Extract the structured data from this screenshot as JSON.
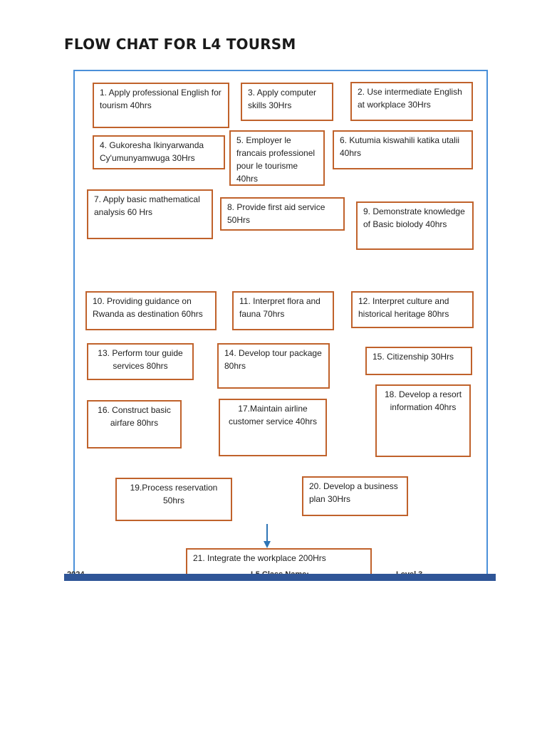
{
  "title": "FLOW CHAT FOR L4 TOURSM",
  "modules": [
    "1. Apply professional English for tourism 40hrs",
    "3. Apply computer skills 30Hrs",
    "2. Use intermediate English at workplace 30Hrs",
    "4. Gukoresha Ikinyarwanda Cy'umunyamwuga 30Hrs",
    "5. Employer le francais professionel pour le tourisme 40hrs",
    "6. Kutumia kiswahili katika utalii 40hrs",
    "7. Apply basic mathematical analysis 60 Hrs",
    "8. Provide first aid service 50Hrs",
    "9. Demonstrate knowledge of Basic biolody 40hrs",
    "10. Providing guidance on Rwanda as destination 60hrs",
    "11. Interpret flora and fauna 70hrs",
    "12. Interpret culture and historical heritage 80hrs",
    "13. Perform tour guide services 80hrs",
    "14. Develop tour package 80hrs",
    "15. Citizenship 30Hrs",
    "18. Develop a resort information 40hrs",
    "16. Construct basic airfare 80hrs",
    "17.Maintain airline customer service 40hrs",
    "19.Process reservation 50hrs",
    "20. Develop a business plan 30Hrs",
    "21. Integrate the workplace 200Hrs"
  ],
  "footer": {
    "left": "2024",
    "middle": "L5 Class Name:",
    "right": "Level 3"
  },
  "colors": {
    "box_border": "#c0622b",
    "frame_border": "#4a90d9",
    "arrow": "#2e75b6",
    "footer_bar": "#2f5597"
  }
}
